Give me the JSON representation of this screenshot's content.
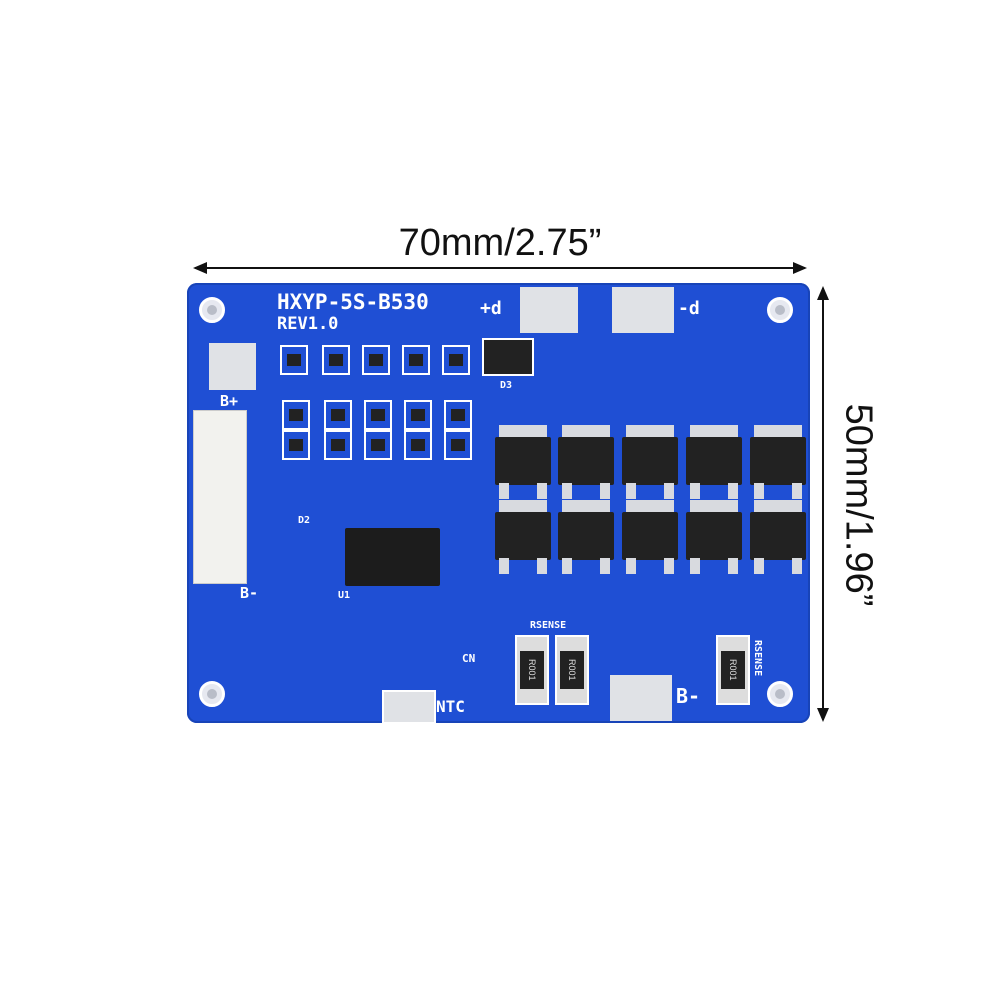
{
  "dimensions": {
    "width_label": "70mm/2.75”",
    "height_label": "50mm/1.96”"
  },
  "board": {
    "model": "HXYP-5S-B530",
    "revision": "REV1.0",
    "labels": {
      "plus_d": "+d",
      "minus_d": "-d",
      "d3": "D3",
      "b_plus": "B+",
      "b_minus": "B-",
      "b_minus_pad": "B-",
      "ntc": "NTC",
      "cn": "CN",
      "rsense_1": "RSENSE",
      "rsense_2": "RSENSE",
      "u1": "U1",
      "d2": "D2"
    },
    "resistor_marking": "R001",
    "colors": {
      "pcb": "#1f4fd4",
      "silkscreen": "#ffffff",
      "pad": "#e0e2e6"
    }
  }
}
